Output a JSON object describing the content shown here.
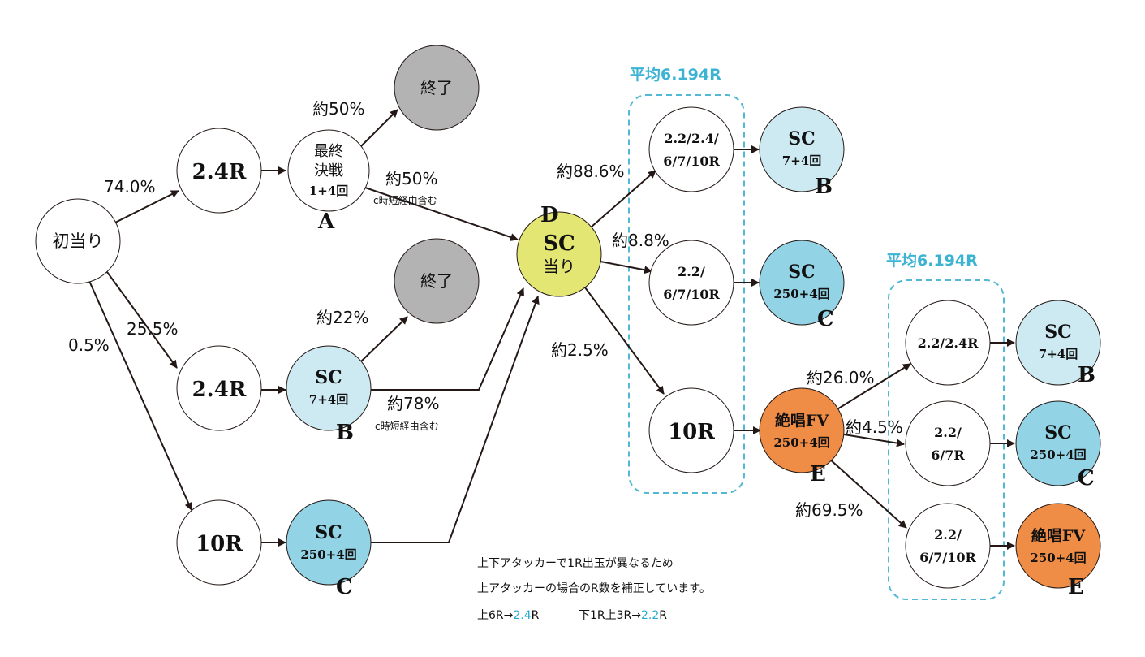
{
  "colors": {
    "white": "#ffffff",
    "gray": "#b3b3b3",
    "light_blue": "#cdeaf3",
    "blue": "#92d3e6",
    "yellow": "#e3e673",
    "orange": "#ef8c45",
    "group_border": "#52b8d4",
    "highlight": "#2aa9d0",
    "arrow": "#231815"
  },
  "nodes": {
    "start": {
      "lines": [
        "初当り"
      ]
    },
    "n24a": {
      "lines": [
        "2.4R"
      ]
    },
    "n24b": {
      "lines": [
        "2.4R"
      ]
    },
    "n10r": {
      "lines": [
        "10R"
      ]
    },
    "finalA": {
      "lines": [
        "最終",
        "決戦",
        "1+4回"
      ],
      "letter": "A"
    },
    "end1": {
      "lines": [
        "終了"
      ]
    },
    "end2": {
      "lines": [
        "終了"
      ]
    },
    "scB1": {
      "lines": [
        "SC",
        "7+4回"
      ],
      "letter": "B"
    },
    "scC1": {
      "lines": [
        "SC",
        "250+4回"
      ],
      "letter": "C"
    },
    "scD": {
      "lines": [
        "SC",
        "当り"
      ],
      "letter": "D"
    },
    "r1": {
      "lines": [
        "2.2/2.4/",
        "6/7/10R"
      ]
    },
    "r2": {
      "lines": [
        "2.2/",
        "6/7/10R"
      ]
    },
    "r3": {
      "lines": [
        "10R"
      ]
    },
    "scB2": {
      "lines": [
        "SC",
        "7+4回"
      ],
      "letter": "B"
    },
    "scC2": {
      "lines": [
        "SC",
        "250+4回"
      ],
      "letter": "C"
    },
    "fvE": {
      "lines": [
        "絶唱FV",
        "250+4回"
      ],
      "letter": "E"
    },
    "q1": {
      "lines": [
        "2.2/2.4R"
      ]
    },
    "q2": {
      "lines": [
        "2.2/",
        "6/7R"
      ]
    },
    "q3": {
      "lines": [
        "2.2/",
        "6/7/10R"
      ]
    },
    "scB3": {
      "lines": [
        "SC",
        "7+4回"
      ],
      "letter": "B"
    },
    "scC3": {
      "lines": [
        "SC",
        "250+4回"
      ],
      "letter": "C"
    },
    "fvE2": {
      "lines": [
        "絶唱FV",
        "250+4回"
      ],
      "letter": "E"
    }
  },
  "edge_labels": {
    "p740": "74.0%",
    "p255": "25.5%",
    "p05": "0.5%",
    "p50a": "約50%",
    "p50b": "約50%",
    "p50b_sub": "c時短経由含む",
    "p22": "約22%",
    "p78": "約78%",
    "p78_sub": "c時短経由含む",
    "p886": "約88.6%",
    "p88": "約8.8%",
    "p25": "約2.5%",
    "p260": "約26.0%",
    "p45": "約4.5%",
    "p695": "約69.5%"
  },
  "groups": {
    "g1_title": "平均6.194R",
    "g2_title": "平均6.194R"
  },
  "notes": {
    "line1": "上下アタッカーで1R出玉が異なるため",
    "line2": "上アタッカーの場合のR数を補正しています。",
    "line3_a": "上6R→",
    "line3_a_hl": "2.4",
    "line3_a_end": "R",
    "line3_b": "下1R上3R→",
    "line3_b_hl": "2.2",
    "line3_b_end": "R"
  }
}
